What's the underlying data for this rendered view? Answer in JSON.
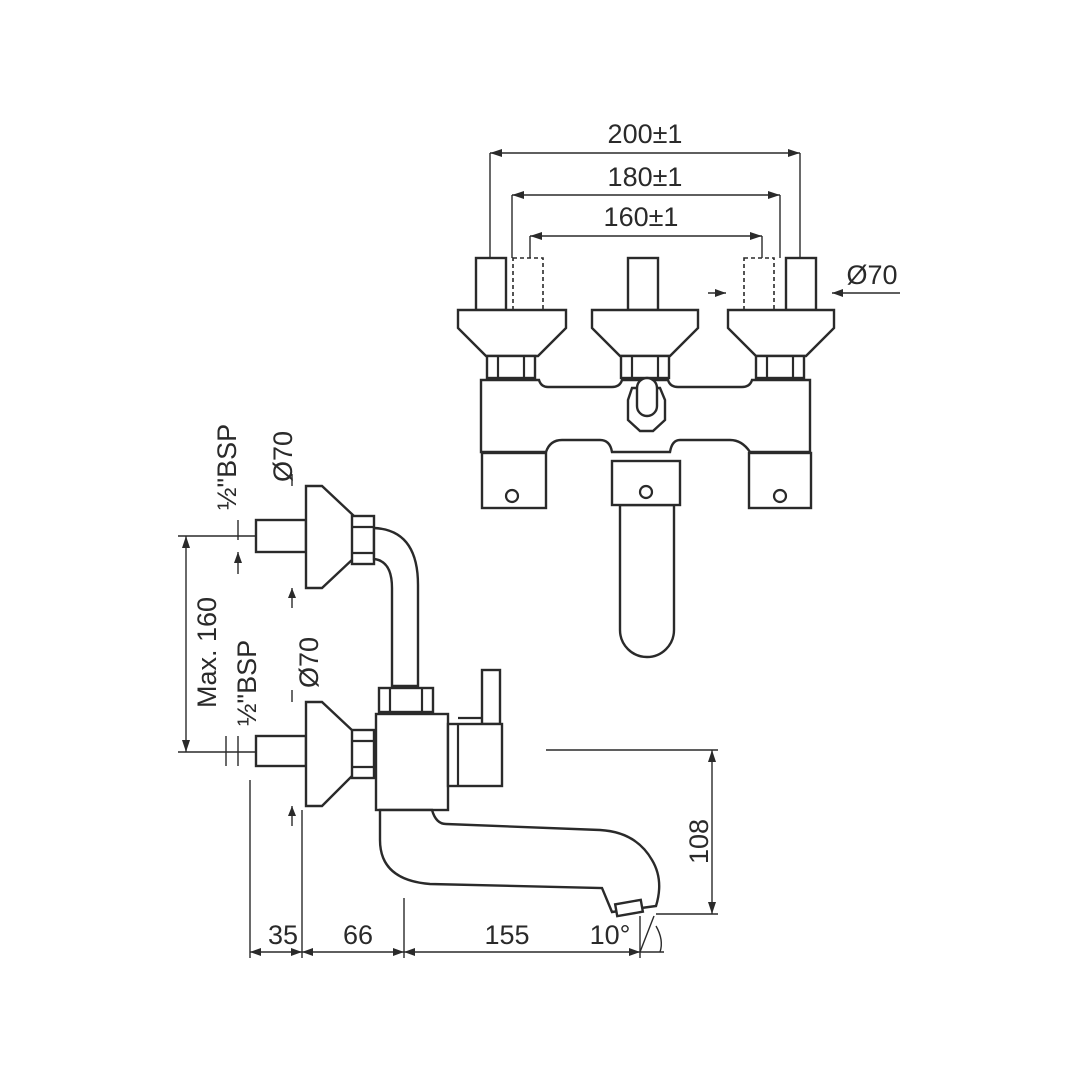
{
  "front_view": {
    "dim_outer": "200±1",
    "dim_middle": "180±1",
    "dim_inner": "160±1",
    "dim_flange_dia": "Ø70"
  },
  "side_view": {
    "thread_top": "½\"BSP",
    "flange_top": "Ø70",
    "max_spacing": "Max. 160",
    "thread_bottom": "½\"BSP",
    "flange_bottom": "Ø70",
    "spout_height": "108",
    "dim_35": "35",
    "dim_66": "66",
    "dim_155": "155",
    "spout_angle": "10°"
  },
  "colors": {
    "line": "#2a2a2a",
    "background": "#ffffff"
  }
}
